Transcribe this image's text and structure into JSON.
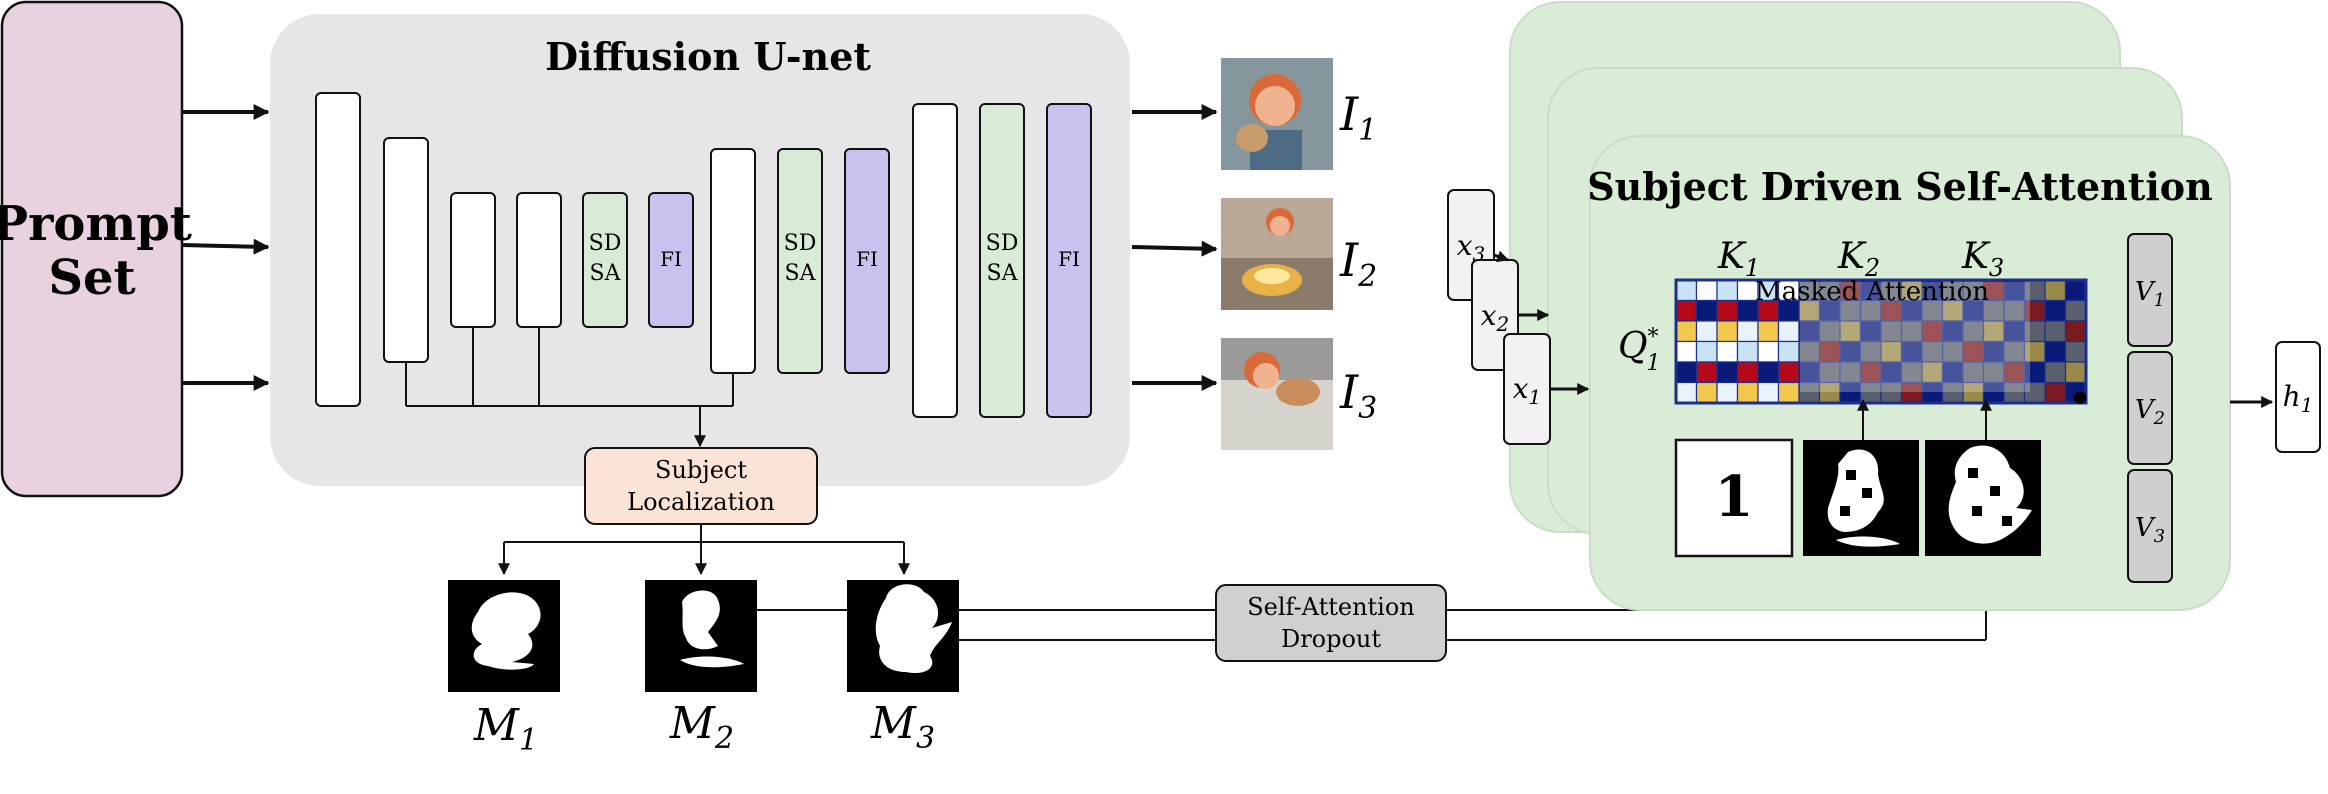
{
  "prompt_set": {
    "line1": "Prompt",
    "line2": "Set"
  },
  "unet": {
    "title": "Diffusion U-net",
    "sdsa_line1": "SD",
    "sdsa_line2": "SA",
    "fi_label": "FI"
  },
  "subject_localization": {
    "line1": "Subject",
    "line2": "Localization"
  },
  "output_images": [
    {
      "var": "I",
      "sub": "1",
      "desc": "boy-with-cat"
    },
    {
      "var": "I",
      "sub": "2",
      "desc": "boy-cooking"
    },
    {
      "var": "I",
      "sub": "3",
      "desc": "boy-sleeping-with-cat"
    }
  ],
  "masks": [
    {
      "var": "M",
      "sub": "1"
    },
    {
      "var": "M",
      "sub": "2"
    },
    {
      "var": "M",
      "sub": "3"
    }
  ],
  "dropout": {
    "line1": "Self-Attention",
    "line2": "Dropout"
  },
  "attention": {
    "title": "Subject Driven Self-Attention",
    "masked_label": "Masked Attention",
    "query": {
      "var": "Q",
      "sup": "*",
      "sub": "1"
    },
    "keys": [
      {
        "var": "K",
        "sub": "1"
      },
      {
        "var": "K",
        "sub": "2"
      },
      {
        "var": "K",
        "sub": "3"
      }
    ],
    "inputs": [
      {
        "var": "x",
        "sub": "3"
      },
      {
        "var": "x",
        "sub": "2"
      },
      {
        "var": "x",
        "sub": "1"
      }
    ],
    "values": [
      {
        "var": "V",
        "sub": "1"
      },
      {
        "var": "V",
        "sub": "2"
      },
      {
        "var": "V",
        "sub": "3"
      }
    ],
    "one_label": "1",
    "dot": "•",
    "output": {
      "var": "h",
      "sub": "1"
    }
  },
  "colors": {
    "prompt_fill": "#e8d2df",
    "unet_bg": "#e6e6e6",
    "sdsa_fill": "#d8ebd7",
    "fi_fill": "#c8c3ee",
    "localization_fill": "#fbe3d6",
    "attention_panel": "#d9ecd6",
    "dropout_fill": "#d0d0d0",
    "value_fill": "#cfcfcf",
    "grid_border": "#1d2f8c"
  }
}
